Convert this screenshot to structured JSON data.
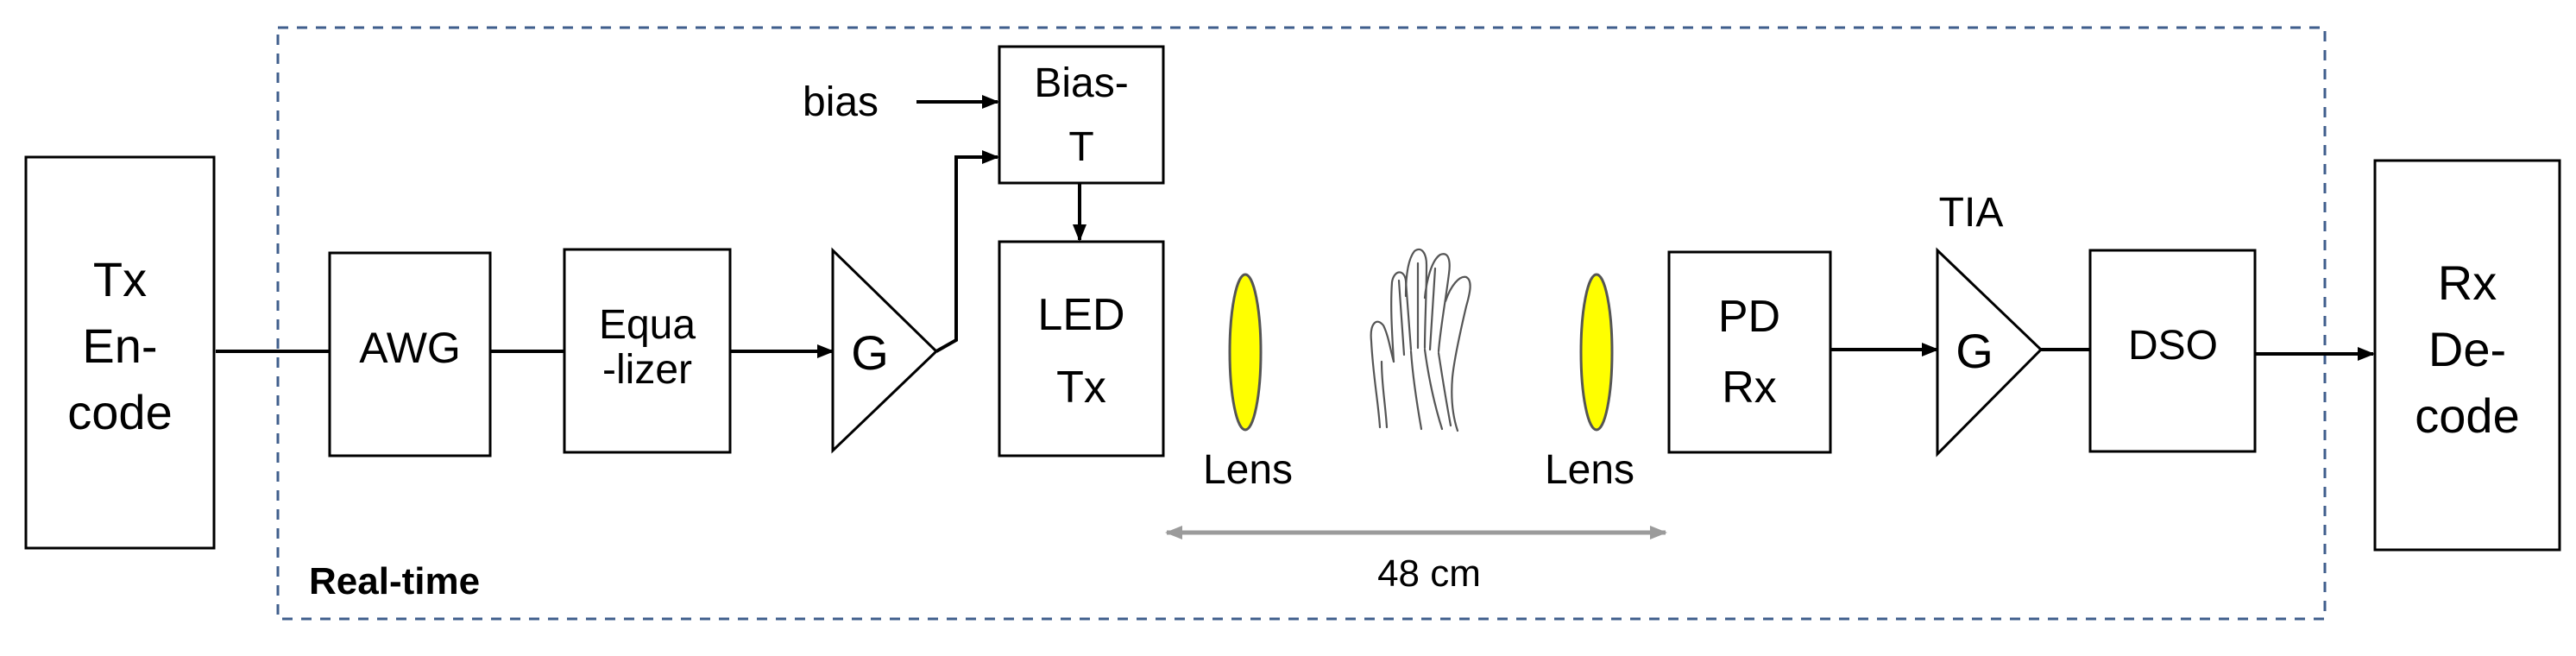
{
  "diagram": {
    "tx_encode": {
      "line1": "Tx",
      "line2": "En-",
      "line3": "code"
    },
    "awg": {
      "label": "AWG"
    },
    "equalizer": {
      "line1": "Equa",
      "line2": "-lizer"
    },
    "amp_tx": {
      "label": "G"
    },
    "bias_label": "bias",
    "bias_t": {
      "line1": "Bias-",
      "line2": "T"
    },
    "led_tx": {
      "line1": "LED",
      "line2": "Tx"
    },
    "lens_left": {
      "label": "Lens"
    },
    "lens_right": {
      "label": "Lens"
    },
    "pd_rx": {
      "line1": "PD",
      "line2": "Rx"
    },
    "tia": {
      "title": "TIA",
      "label": "G"
    },
    "dso": {
      "label": "DSO"
    },
    "rx_decode": {
      "line1": "Rx",
      "line2": "De-",
      "line3": "code"
    },
    "distance": {
      "label": "48 cm"
    },
    "realtime": {
      "label": "Real-time"
    },
    "colors": {
      "lens": "#ffff00",
      "dashed_border": "#3f5e8c",
      "distance_arrow": "#9b9b9b"
    },
    "icons": {
      "hand": "hand-icon"
    }
  }
}
